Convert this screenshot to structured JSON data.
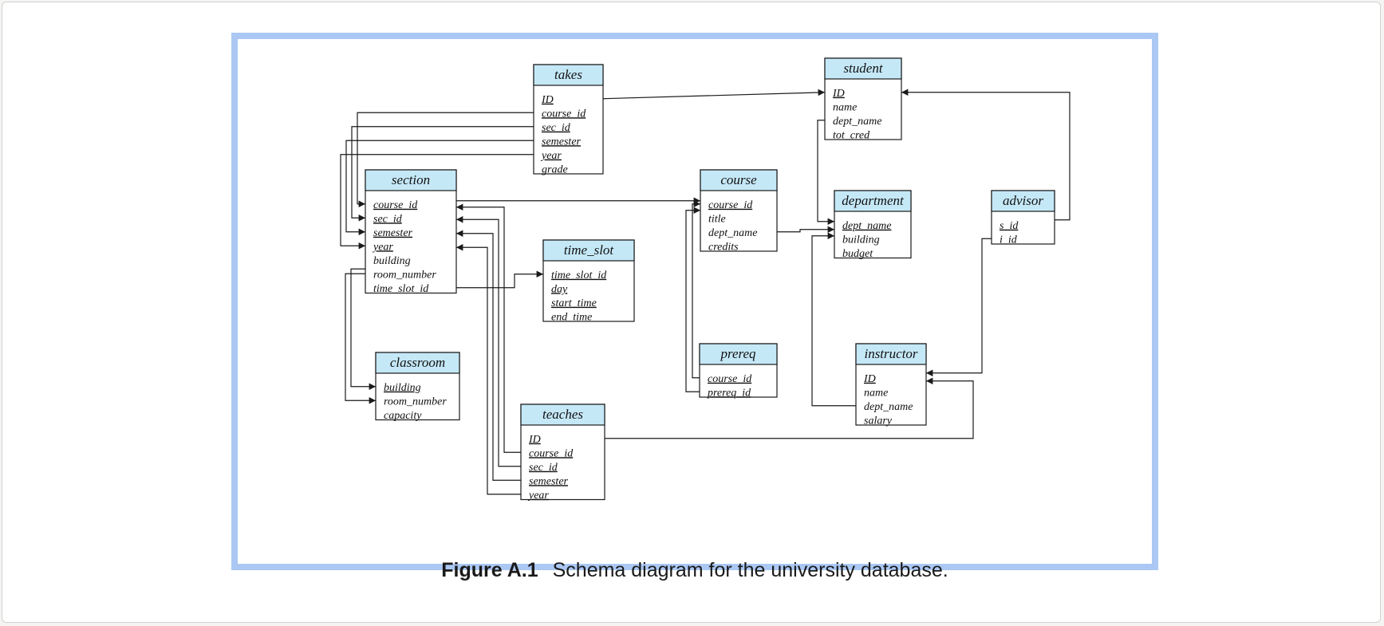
{
  "figure": {
    "label": "Figure A.1",
    "caption": "Schema diagram for the university database."
  },
  "colors": {
    "header_fill": "#c5e8f7",
    "border": "#abc8f4",
    "line": "#1a1a1a"
  },
  "entities": {
    "takes": {
      "title": "takes",
      "attributes": [
        {
          "name": "ID",
          "key": true
        },
        {
          "name": "course_id",
          "key": true
        },
        {
          "name": "sec_id",
          "key": true
        },
        {
          "name": "semester",
          "key": true
        },
        {
          "name": "year",
          "key": true
        },
        {
          "name": "grade",
          "key": false
        }
      ]
    },
    "student": {
      "title": "student",
      "attributes": [
        {
          "name": "ID",
          "key": true
        },
        {
          "name": "name",
          "key": false
        },
        {
          "name": "dept_name",
          "key": false
        },
        {
          "name": "tot_cred",
          "key": false
        }
      ]
    },
    "section": {
      "title": "section",
      "attributes": [
        {
          "name": "course_id",
          "key": true
        },
        {
          "name": "sec_id",
          "key": true
        },
        {
          "name": "semester",
          "key": true
        },
        {
          "name": "year",
          "key": true
        },
        {
          "name": "building",
          "key": false
        },
        {
          "name": "room_number",
          "key": false
        },
        {
          "name": "time_slot_id",
          "key": false
        }
      ]
    },
    "course": {
      "title": "course",
      "attributes": [
        {
          "name": "course_id",
          "key": true
        },
        {
          "name": "title",
          "key": false
        },
        {
          "name": "dept_name",
          "key": false
        },
        {
          "name": "credits",
          "key": false
        }
      ]
    },
    "department": {
      "title": "department",
      "attributes": [
        {
          "name": "dept_name",
          "key": true
        },
        {
          "name": "building",
          "key": false
        },
        {
          "name": "budget",
          "key": false
        }
      ]
    },
    "advisor": {
      "title": "advisor",
      "attributes": [
        {
          "name": "s_id",
          "key": true
        },
        {
          "name": "i_id",
          "key": false
        }
      ]
    },
    "time_slot": {
      "title": "time_slot",
      "attributes": [
        {
          "name": "time_slot_id",
          "key": true
        },
        {
          "name": "day",
          "key": true
        },
        {
          "name": "start_time",
          "key": true
        },
        {
          "name": "end_time",
          "key": false
        }
      ]
    },
    "classroom": {
      "title": "classroom",
      "attributes": [
        {
          "name": "building",
          "key": true
        },
        {
          "name": "room_number",
          "key": false
        },
        {
          "name": "capacity",
          "key": false
        }
      ]
    },
    "prereq": {
      "title": "prereq",
      "attributes": [
        {
          "name": "course_id",
          "key": true
        },
        {
          "name": "prereq_id",
          "key": true
        }
      ]
    },
    "instructor": {
      "title": "instructor",
      "attributes": [
        {
          "name": "ID",
          "key": true
        },
        {
          "name": "name",
          "key": false
        },
        {
          "name": "dept_name",
          "key": false
        },
        {
          "name": "salary",
          "key": false
        }
      ]
    },
    "teaches": {
      "title": "teaches",
      "attributes": [
        {
          "name": "ID",
          "key": true
        },
        {
          "name": "course_id",
          "key": true
        },
        {
          "name": "sec_id",
          "key": true
        },
        {
          "name": "semester",
          "key": true
        },
        {
          "name": "year",
          "key": true
        }
      ]
    }
  },
  "relationships": [
    {
      "from": "takes.ID",
      "to": "student.ID"
    },
    {
      "from": "takes.course_id",
      "to": "section.course_id"
    },
    {
      "from": "takes.sec_id",
      "to": "section.sec_id"
    },
    {
      "from": "takes.semester",
      "to": "section.semester"
    },
    {
      "from": "takes.year",
      "to": "section.year"
    },
    {
      "from": "section.course_id",
      "to": "course.course_id"
    },
    {
      "from": "section.time_slot_id",
      "to": "time_slot.time_slot_id"
    },
    {
      "from": "section.building",
      "to": "classroom.building"
    },
    {
      "from": "section.room_number",
      "to": "classroom.room_number"
    },
    {
      "from": "course.dept_name",
      "to": "department.dept_name"
    },
    {
      "from": "student.dept_name",
      "to": "department.dept_name"
    },
    {
      "from": "instructor.dept_name",
      "to": "department.dept_name"
    },
    {
      "from": "prereq.course_id",
      "to": "course.course_id"
    },
    {
      "from": "prereq.prereq_id",
      "to": "course.course_id"
    },
    {
      "from": "advisor.s_id",
      "to": "student.ID"
    },
    {
      "from": "advisor.i_id",
      "to": "instructor.ID"
    },
    {
      "from": "teaches.ID",
      "to": "instructor.ID"
    },
    {
      "from": "teaches.course_id",
      "to": "section.course_id"
    },
    {
      "from": "teaches.sec_id",
      "to": "section.sec_id"
    },
    {
      "from": "teaches.semester",
      "to": "section.semester"
    },
    {
      "from": "teaches.year",
      "to": "section.year"
    }
  ]
}
